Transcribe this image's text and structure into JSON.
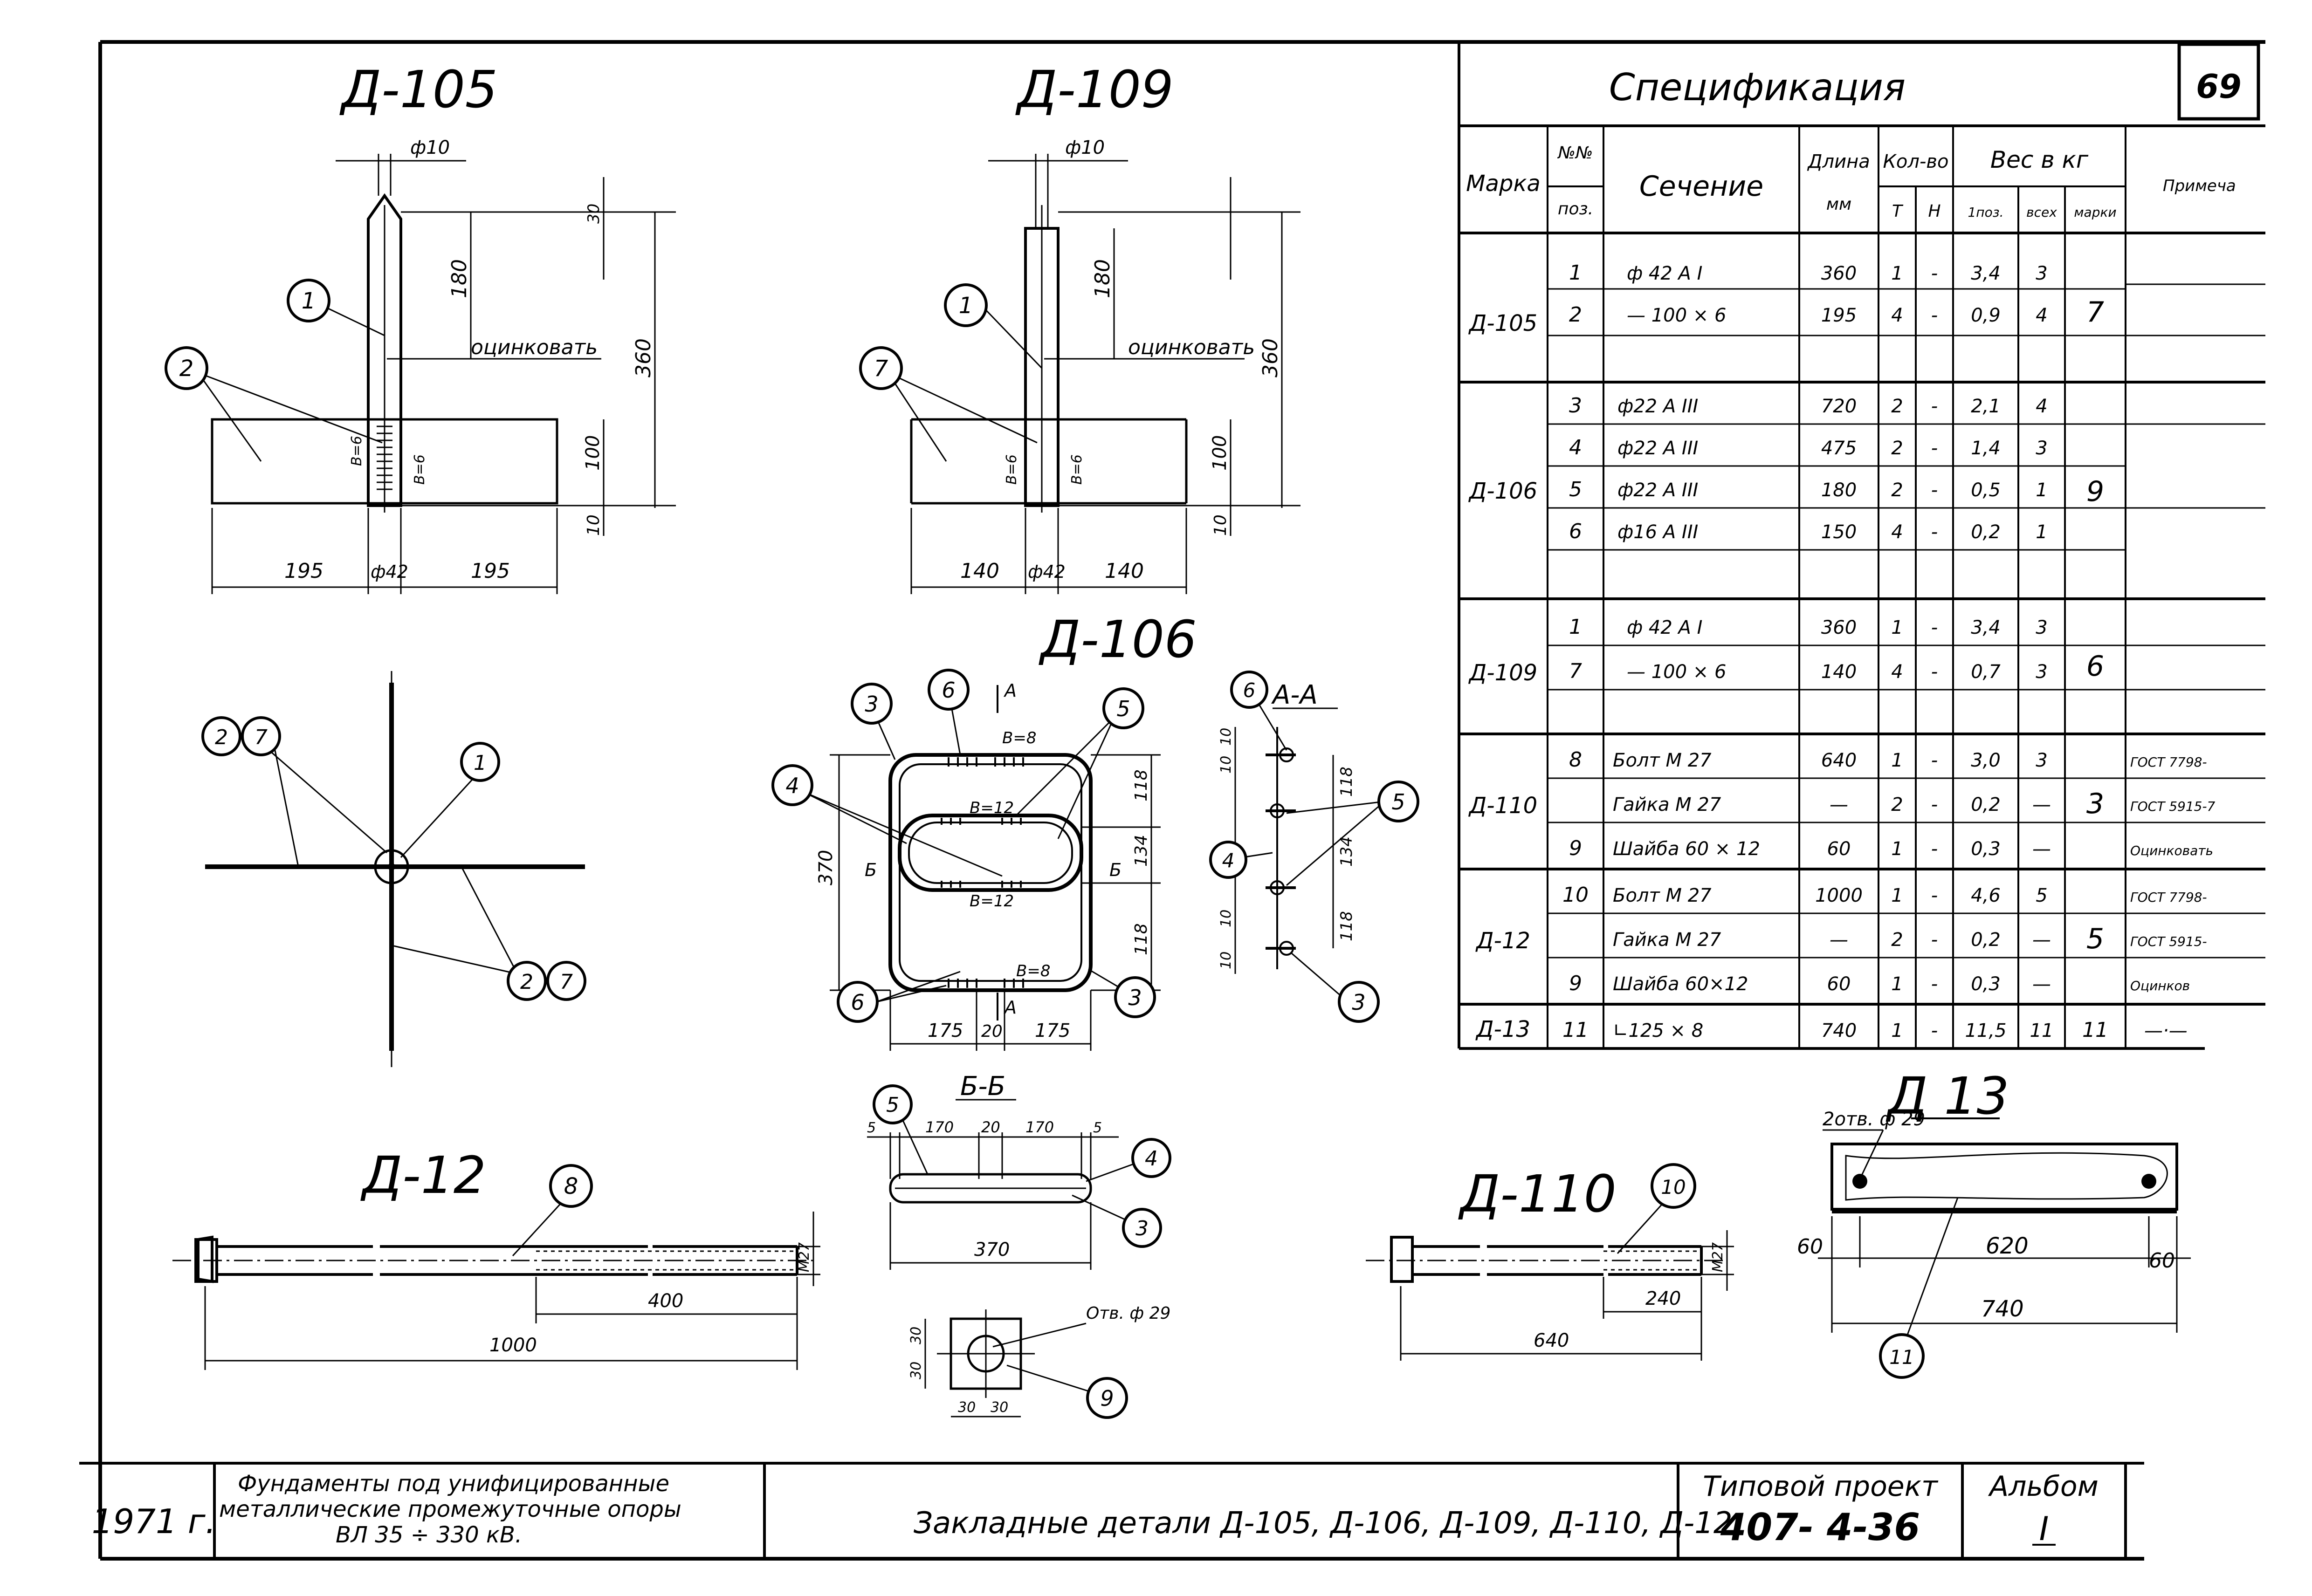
{
  "sheet_number": "69",
  "titles": {
    "d105": "Д-105",
    "d109": "Д-109",
    "d106": "Д-106",
    "d12": "Д-12",
    "d110": "Д-110",
    "d13": "Д 13",
    "section_aa": "А-А",
    "section_bb": "Б-Б"
  },
  "labels": {
    "phi10": "ф10",
    "galvanize": "оцинковать",
    "phi42": "ф42",
    "d30": "30",
    "d180": "180",
    "d360": "360",
    "d100": "100",
    "d10": "10",
    "d195": "195",
    "d140": "140",
    "b6": "B=6",
    "b8": "B=8",
    "b12": "B=12",
    "d370": "370",
    "d118": "118",
    "d134": "134",
    "d175": "175",
    "d20": "20",
    "d5": "5",
    "d170": "170",
    "b_mark": "Б",
    "a_mark": "А",
    "d400": "400",
    "d1000": "1000",
    "m27": "М27",
    "d240": "240",
    "d640": "640",
    "hole29": "Отв. ф 29",
    "holes2": "2отв. ф 29",
    "d620": "620",
    "d60": "60",
    "d740": "740"
  },
  "callouts": [
    "1",
    "2",
    "7",
    "4",
    "3",
    "5",
    "6",
    "8",
    "9",
    "10",
    "11"
  ],
  "spec": {
    "title": "Спецификация",
    "headers": {
      "mark": "Марка",
      "pos_no": "№№",
      "pos": "поз.",
      "section": "Сечение",
      "length": "Длина",
      "length_unit": "мм",
      "qty": "Кол-во",
      "qty_t": "Т",
      "qty_n": "Н",
      "weight": "Вес в кг",
      "w_one": "1поз.",
      "w_all": "всех",
      "w_mark": "марки",
      "note": "Примеча"
    },
    "groups": [
      {
        "mark": "Д-105",
        "mark_weight": "7",
        "rows": [
          {
            "pos": "1",
            "section": "ф 42 А I",
            "length": "360",
            "t": "1",
            "n": "-",
            "w1": "3,4",
            "wall": "3",
            "note": ""
          },
          {
            "pos": "2",
            "section": "— 100 × 6",
            "length": "195",
            "t": "4",
            "n": "-",
            "w1": "0,9",
            "wall": "4",
            "note": ""
          }
        ]
      },
      {
        "mark": "Д-106",
        "mark_weight": "9",
        "rows": [
          {
            "pos": "3",
            "section": "ф22 А III",
            "length": "720",
            "t": "2",
            "n": "-",
            "w1": "2,1",
            "wall": "4",
            "note": ""
          },
          {
            "pos": "4",
            "section": "ф22 А III",
            "length": "475",
            "t": "2",
            "n": "-",
            "w1": "1,4",
            "wall": "3",
            "note": ""
          },
          {
            "pos": "5",
            "section": "ф22 А III",
            "length": "180",
            "t": "2",
            "n": "-",
            "w1": "0,5",
            "wall": "1",
            "note": ""
          },
          {
            "pos": "6",
            "section": "ф16 А III",
            "length": "150",
            "t": "4",
            "n": "-",
            "w1": "0,2",
            "wall": "1",
            "note": ""
          }
        ]
      },
      {
        "mark": "Д-109",
        "mark_weight": "6",
        "rows": [
          {
            "pos": "1",
            "section": "ф 42 А I",
            "length": "360",
            "t": "1",
            "n": "-",
            "w1": "3,4",
            "wall": "3",
            "note": ""
          },
          {
            "pos": "7",
            "section": "— 100 × 6",
            "length": "140",
            "t": "4",
            "n": "-",
            "w1": "0,7",
            "wall": "3",
            "note": ""
          }
        ]
      },
      {
        "mark": "Д-110",
        "mark_weight": "3",
        "rows": [
          {
            "pos": "8",
            "section": "Болт   М 27",
            "length": "640",
            "t": "1",
            "n": "-",
            "w1": "3,0",
            "wall": "3",
            "note": "ГОСТ 7798-"
          },
          {
            "pos": "",
            "section": "Гайка   М 27",
            "length": "—",
            "t": "2",
            "n": "-",
            "w1": "0,2",
            "wall": "—",
            "note": "ГОСТ 5915-7"
          },
          {
            "pos": "9",
            "section": "Шайба  60 × 12",
            "length": "60",
            "t": "1",
            "n": "-",
            "w1": "0,3",
            "wall": "—",
            "note": "Оцинковать"
          }
        ]
      },
      {
        "mark": "Д-12",
        "mark_weight": "5",
        "rows": [
          {
            "pos": "10",
            "section": "Болт   М 27",
            "length": "1000",
            "t": "1",
            "n": "-",
            "w1": "4,6",
            "wall": "5",
            "note": "ГОСТ 7798-"
          },
          {
            "pos": "",
            "section": "Гайка   М 27",
            "length": "—",
            "t": "2",
            "n": "-",
            "w1": "0,2",
            "wall": "—",
            "note": "ГОСТ 5915-"
          },
          {
            "pos": "9",
            "section": "Шайба  60×12",
            "length": "60",
            "t": "1",
            "n": "-",
            "w1": "0,3",
            "wall": "—",
            "note": "Оцинков"
          }
        ]
      },
      {
        "mark": "Д-13",
        "mark_weight": "11",
        "rows": [
          {
            "pos": "11",
            "section": "∟125 × 8",
            "length": "740",
            "t": "1",
            "n": "-",
            "w1": "11,5",
            "wall": "11",
            "note": "—·—"
          }
        ]
      }
    ]
  },
  "title_block": {
    "year": "1971 г.",
    "subject_line1": "Фундаменты  под  унифицированные",
    "subject_line2": "металлические   промежуточные     опоры",
    "subject_line3": "ВЛ  35 ÷ 330  кВ.",
    "drawing_title": "Закладные   детали  Д-105, Д-106, Д-109, Д-110, Д-12.",
    "project_label": "Типовой   проект",
    "project_number": "407- 4-36",
    "album_label": "Альбом",
    "album_number": "I"
  }
}
